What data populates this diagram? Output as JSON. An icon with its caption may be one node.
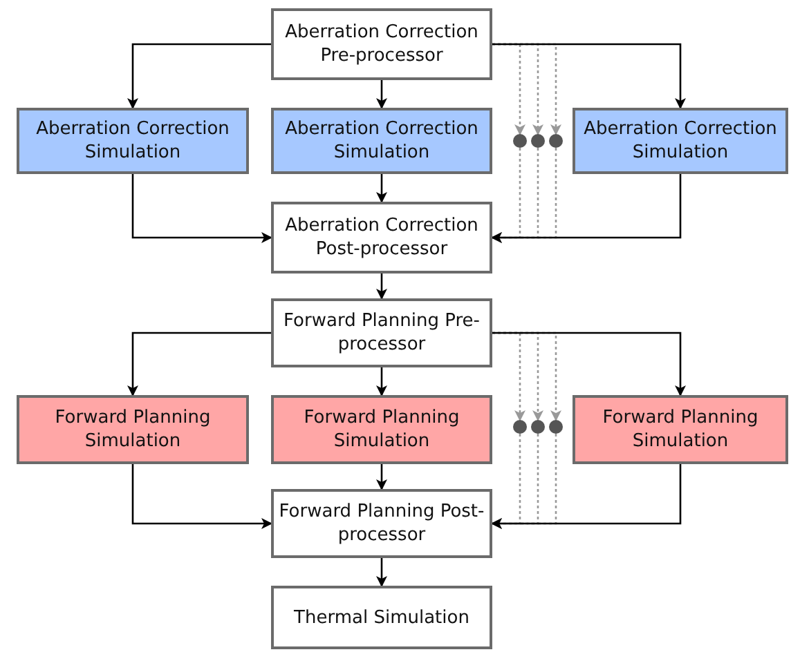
{
  "diagram": {
    "nodes": [
      {
        "text": [
          "Aberration Correction Pre-processor"
        ]
      },
      {
        "text": [
          "Aberration Correction Simulation"
        ]
      },
      {
        "text": [
          "Aberration Correction Simulation"
        ]
      },
      {
        "text": [],
        "shape": "circle"
      },
      {
        "text": [],
        "shape": "circle"
      },
      {
        "text": [],
        "shape": "circle"
      },
      {
        "text": [
          "Aberration Correction Simulation"
        ]
      },
      {
        "text": [
          "Aberration Correction Post-processor"
        ]
      },
      {
        "text": [
          "Forward Planning Pre-processor"
        ]
      },
      {
        "text": [
          "Forward Planning Simulation"
        ]
      },
      {
        "text": [
          "Forward Planning Simulation"
        ]
      },
      {
        "text": [],
        "shape": "circle"
      },
      {
        "text": [],
        "shape": "circle"
      },
      {
        "text": [],
        "shape": "circle"
      },
      {
        "text": [
          "Forward Planning Simulation"
        ]
      },
      {
        "text": [
          "Forward Planning Post-processor"
        ]
      },
      {
        "text": [
          "Thermal Simulation"
        ]
      }
    ],
    "edges": [
      {
        "from": 0,
        "to": 1,
        "arrow": "to"
      },
      {
        "from": 0,
        "to": 2,
        "arrow": "to"
      },
      {
        "from": 0,
        "to": 3,
        "arrow": "to",
        "style": "dashed",
        "color": "#999999"
      },
      {
        "from": 0,
        "to": 4,
        "arrow": "to",
        "style": "dashed",
        "color": "#999999"
      },
      {
        "from": 0,
        "to": 5,
        "arrow": "to",
        "style": "dashed",
        "color": "#999999"
      },
      {
        "from": 0,
        "to": 6,
        "arrow": "to"
      },
      {
        "from": 1,
        "to": 7,
        "arrow": "to"
      },
      {
        "from": 2,
        "to": 7,
        "arrow": "to"
      },
      {
        "from": 3,
        "to": 7,
        "arrow": "to",
        "style": "dashed",
        "color": "#999999"
      },
      {
        "from": 4,
        "to": 7,
        "arrow": "to",
        "style": "dashed",
        "color": "#999999"
      },
      {
        "from": 5,
        "to": 7,
        "arrow": "to",
        "style": "dashed",
        "color": "#999999"
      },
      {
        "from": 6,
        "to": 7,
        "arrow": "to"
      },
      {
        "from": 7,
        "to": 8,
        "arrow": "to"
      },
      {
        "from": 8,
        "to": 9,
        "arrow": "to"
      },
      {
        "from": 8,
        "to": 10,
        "arrow": "to"
      },
      {
        "from": 8,
        "to": 11,
        "arrow": "to",
        "style": "dashed",
        "color": "#999999"
      },
      {
        "from": 8,
        "to": 12,
        "arrow": "to",
        "style": "dashed",
        "color": "#999999"
      },
      {
        "from": 8,
        "to": 13,
        "arrow": "to",
        "style": "dashed",
        "color": "#999999"
      },
      {
        "from": 8,
        "to": 14,
        "arrow": "to"
      },
      {
        "from": 9,
        "to": 15,
        "arrow": "to"
      },
      {
        "from": 10,
        "to": 15,
        "arrow": "to"
      },
      {
        "from": 11,
        "to": 15,
        "arrow": "to",
        "style": "dashed",
        "color": "#999999"
      },
      {
        "from": 12,
        "to": 15,
        "arrow": "to",
        "style": "dashed",
        "color": "#999999"
      },
      {
        "from": 13,
        "to": 15,
        "arrow": "to",
        "style": "dashed",
        "color": "#999999"
      },
      {
        "from": 14,
        "to": 15,
        "arrow": "to"
      },
      {
        "from": 15,
        "to": 16,
        "arrow": "to"
      }
    ]
  }
}
